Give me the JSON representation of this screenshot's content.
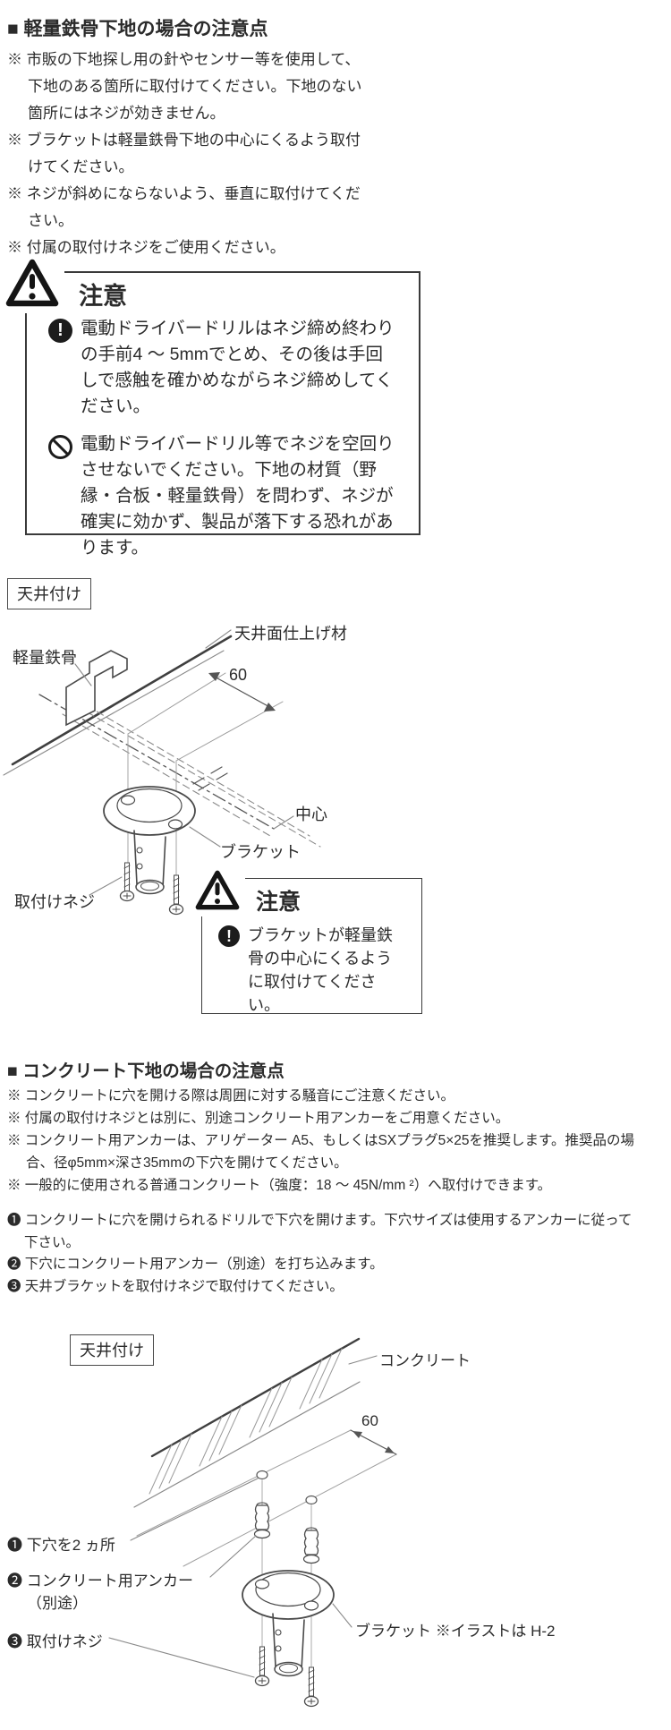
{
  "section1": {
    "title": "■ 軽量鉄骨下地の場合の注意点",
    "bullets": [
      "※ 市販の下地探し用の針やセンサー等を使用して、下地のある箇所に取付けてください。下地のない箇所にはネジが効きません。",
      "※ ブラケットは軽量鉄骨下地の中心にくるよう取付けてください。",
      "※ ネジが斜めにならないよう、垂直に取付けてください。",
      "※ 付属の取付けネジをご使用ください。"
    ],
    "caution": {
      "heading": "注意",
      "items": [
        {
          "icon": "exclamation-circle",
          "glyph": "!",
          "text": "電動ドライバードリルはネジ締め終わりの手前4 〜 5mmでとめ、その後は手回しで感触を確かめながらネジ締めしてください。"
        },
        {
          "icon": "prohibition-circle",
          "text": "電動ドライバードリル等でネジを空回りさせないでください。下地の材質（野縁・合板・軽量鉄骨）を問わず、ネジが確実に効かず、製品が落下する恐れがあります。"
        }
      ]
    },
    "diagram": {
      "tag": "天井付け",
      "labels": {
        "ceiling_finish": "天井面仕上げ材",
        "steel_frame": "軽量鉄骨",
        "dimension": "60",
        "center": "中心",
        "bracket": "ブラケット",
        "screw": "取付けネジ"
      },
      "caution": {
        "heading": "注意",
        "item": {
          "icon": "exclamation-circle",
          "glyph": "!",
          "text": "ブラケットが軽量鉄骨の中心にくるように取付けてください。"
        }
      }
    }
  },
  "section2": {
    "title": "■ コンクリート下地の場合の注意点",
    "bullets": [
      "※ コンクリートに穴を開ける際は周囲に対する騒音にご注意ください。",
      "※ 付属の取付けネジとは別に、別途コンクリート用アンカーをご用意ください。",
      "※ コンクリート用アンカーは、アリゲーター A5、もしくはSXプラグ5×25を推奨します。推奨品の場合、径φ5mm×深さ35mmの下穴を開けてください。",
      "※ 一般的に使用される普通コンクリート（強度：18 〜 45N/mm ²）へ取付けできます。"
    ],
    "steps": [
      "❶ コンクリートに穴を開けられるドリルで下穴を開けます。下穴サイズは使用するアンカーに従って下さい。",
      "❷ 下穴にコンクリート用アンカー（別途）を打ち込みます。",
      "❸ 天井ブラケットを取付けネジで取付けてください。"
    ],
    "diagram": {
      "tag": "天井付け",
      "labels": {
        "concrete": "コンクリート",
        "dimension": "60",
        "pilot_holes": "❶ 下穴を2 ヵ所",
        "anchor": "❷ コンクリート用アンカー",
        "anchor_note": "（別途）",
        "screw": "❸ 取付けネジ",
        "bracket_note": "ブラケット ※イラストは H-2"
      }
    }
  }
}
